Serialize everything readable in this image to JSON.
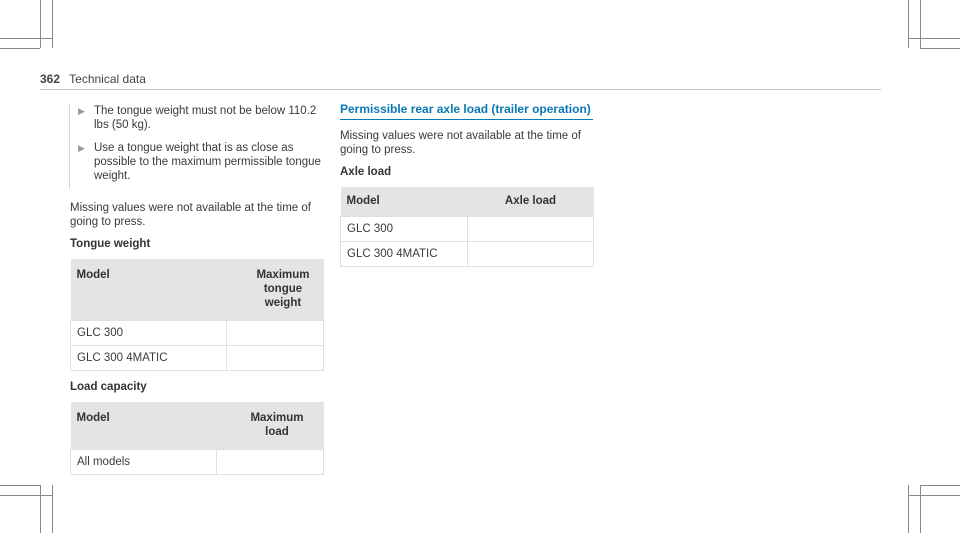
{
  "header": {
    "page_number": "362",
    "title": "Technical data"
  },
  "left_column": {
    "bullets": [
      "The tongue weight must not be below 110.2 lbs (50 kg).",
      "Use a tongue weight that is as close as possible to the maximum permissible tongue weight."
    ],
    "note": "Missing values were not available at the time of going to press.",
    "tongue_weight": {
      "heading": "Tongue weight",
      "columns": [
        "Model",
        "Maximum tongue weight"
      ],
      "rows": [
        [
          "GLC 300",
          ""
        ],
        [
          "GLC 300 4MATIC",
          ""
        ]
      ]
    },
    "load_capacity": {
      "heading": "Load capacity",
      "columns": [
        "Model",
        "Maximum load"
      ],
      "rows": [
        [
          "All models",
          ""
        ]
      ]
    }
  },
  "right_column": {
    "title": "Permissible rear axle load (trailer operation)",
    "note": "Missing values were not available at the time of going to press.",
    "axle_load": {
      "heading": "Axle load",
      "columns": [
        "Model",
        "Axle load"
      ],
      "rows": [
        [
          "GLC 300",
          ""
        ],
        [
          "GLC 300 4MATIC",
          ""
        ]
      ]
    }
  },
  "colors": {
    "accent": "#0a78b4",
    "table_header_bg": "#e4e4e4"
  }
}
